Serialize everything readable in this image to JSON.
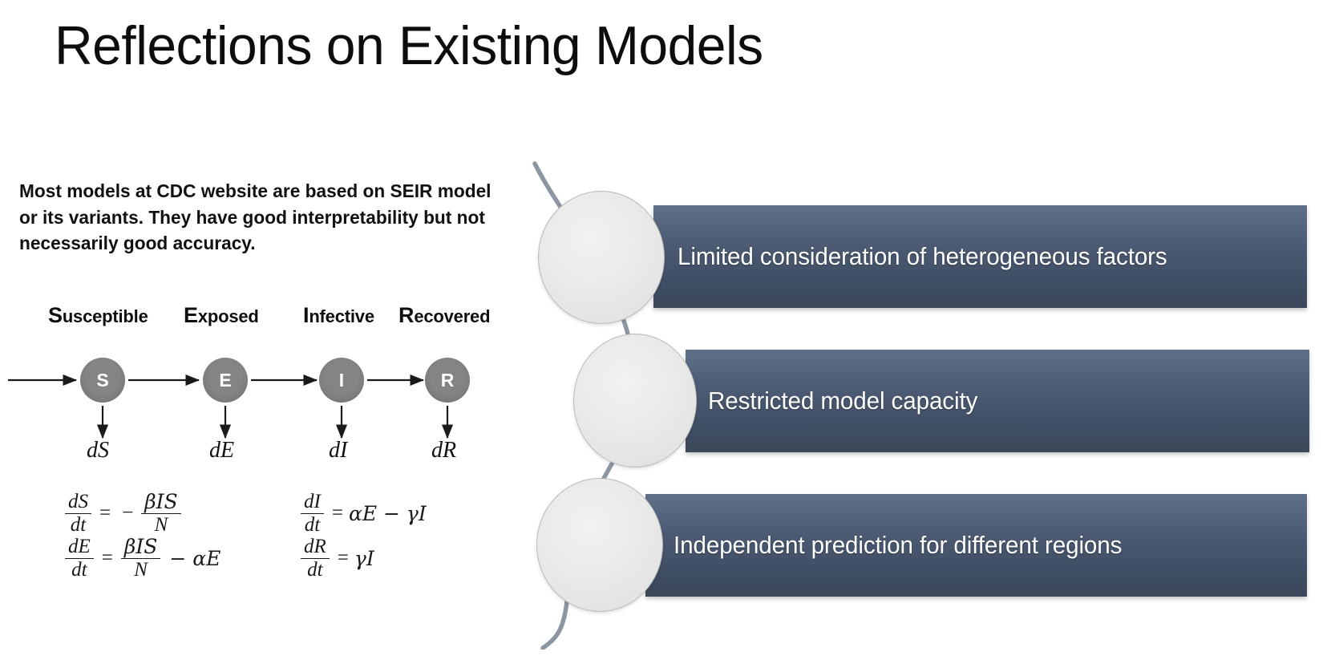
{
  "slide": {
    "title": "Reflections on Existing Models",
    "background_color": "#ffffff"
  },
  "left": {
    "paragraph": "Most models at CDC website are based on SEIR model or its variants. They have good interpretability but not necessarily good accuracy.",
    "seir_labels": [
      {
        "initial": "S",
        "rest": "usceptible"
      },
      {
        "initial": "E",
        "rest": "xposed"
      },
      {
        "initial": "I",
        "rest": "nfective"
      },
      {
        "initial": "R",
        "rest": "ecovered"
      }
    ],
    "seir_nodes": [
      {
        "id": "S",
        "outflow": "dS"
      },
      {
        "id": "E",
        "outflow": "dE"
      },
      {
        "id": "I",
        "outflow": "dI"
      },
      {
        "id": "R",
        "outflow": "dR"
      }
    ],
    "node_color": "#848484",
    "node_text_color": "#ffffff",
    "equations": {
      "left_column": [
        {
          "lhs_num": "dS",
          "lhs_den": "dt",
          "op": "=",
          "sign": "−",
          "rhs_num": "βIS",
          "rhs_den": "N",
          "tail": ""
        },
        {
          "lhs_num": "dE",
          "lhs_den": "dt",
          "op": "=",
          "sign": "",
          "rhs_num": "βIS",
          "rhs_den": "N",
          "tail": "− αE"
        }
      ],
      "right_column": [
        {
          "lhs_num": "dI",
          "lhs_den": "dt",
          "op": "=",
          "rhs": "αE − γI"
        },
        {
          "lhs_num": "dR",
          "lhs_den": "dt",
          "op": "=",
          "rhs": "γI"
        }
      ]
    }
  },
  "right": {
    "banner_color": "#414f66",
    "banner_text_color": "#ffffff",
    "bubble_color": "#e8e8e8",
    "vine_color": "#8c96a3",
    "banners": [
      {
        "label": "Limited consideration of heterogeneous factors"
      },
      {
        "label": "Restricted model capacity"
      },
      {
        "label": "Independent prediction for different regions"
      }
    ]
  }
}
